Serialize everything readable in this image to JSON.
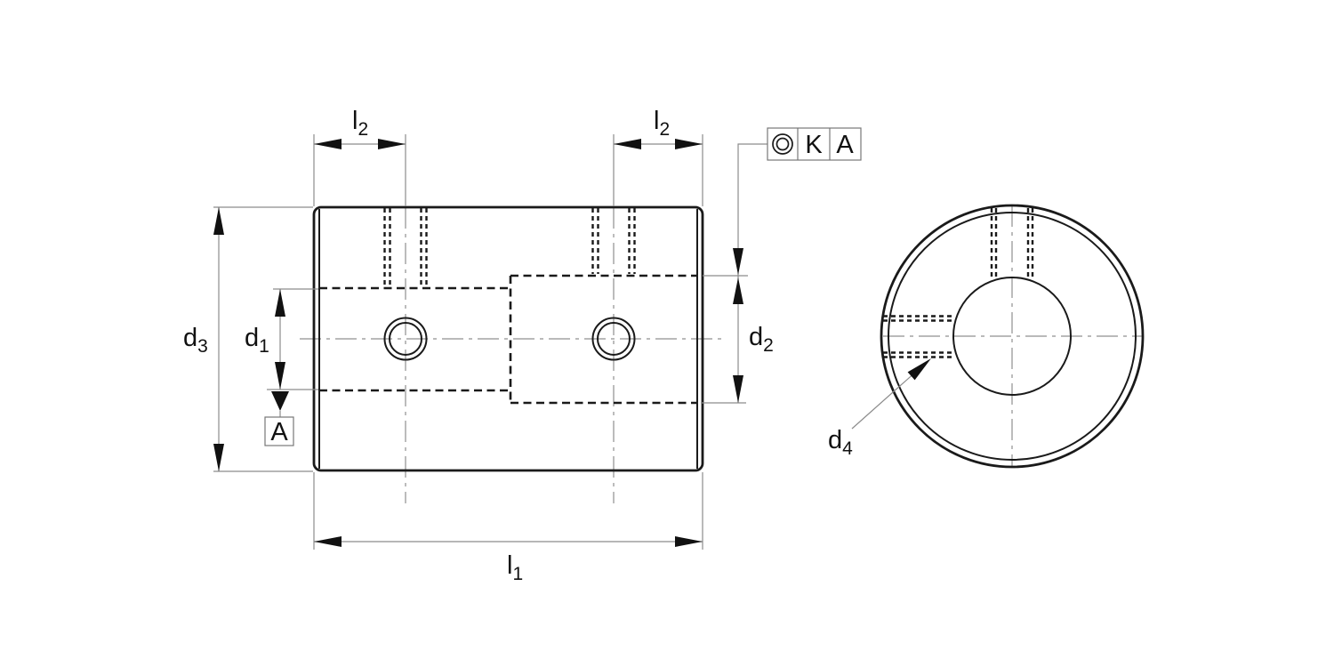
{
  "drawing": {
    "description": "Two-view technical drawing of a rigid set-screw shaft coupling: side section view (left) and end view (right)",
    "colors": {
      "background": "#ffffff",
      "line": "#1a1a1a",
      "thin_line": "#8c8c8c",
      "text": "#111111"
    },
    "labels": {
      "l2_left": {
        "base": "l",
        "sub": "2"
      },
      "l2_right": {
        "base": "l",
        "sub": "2"
      },
      "d3": {
        "base": "d",
        "sub": "3"
      },
      "d1": {
        "base": "d",
        "sub": "1"
      },
      "d2": {
        "base": "d",
        "sub": "2"
      },
      "d4": {
        "base": "d",
        "sub": "4"
      },
      "l1": {
        "base": "l",
        "sub": "1"
      }
    },
    "datum_feature": {
      "letter": "A"
    },
    "feature_control_frame": {
      "symbol": "concentricity",
      "tolerance": "K",
      "datum_ref": "A"
    }
  }
}
